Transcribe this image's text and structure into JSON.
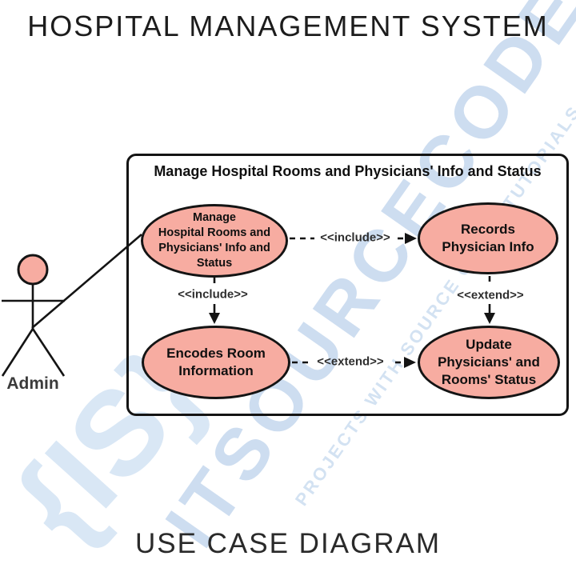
{
  "page": {
    "title": "HOSPITAL MANAGEMENT SYSTEM",
    "footer": "USE CASE DIAGRAM"
  },
  "colors": {
    "usecase_fill": "#F7ACA1",
    "line_stroke": "#141414",
    "watermark_blue": "#CDDDF0"
  },
  "watermark": {
    "main": "ITSOURCECODE",
    "secondary": "PROJECTS WITH SOURCE CODES TUTORIALS",
    "logo": "{IS}"
  },
  "actor": {
    "name": "Admin",
    "icon": "stick-figure"
  },
  "system": {
    "title": "Manage Hospital Rooms and Physicians' Info and Status"
  },
  "usecases": [
    {
      "id": "uc-manage",
      "label": "Manage\nHospital Rooms and\nPhysicians' Info and\nStatus"
    },
    {
      "id": "uc-records",
      "label": "Records\nPhysician Info"
    },
    {
      "id": "uc-encodes",
      "label": "Encodes Room\nInformation"
    },
    {
      "id": "uc-update",
      "label": "Update\nPhysicians' and\nRooms' Status"
    }
  ],
  "relationships": [
    {
      "from": "uc-manage",
      "to": "uc-records",
      "type": "include",
      "label": "<<include>>"
    },
    {
      "from": "uc-manage",
      "to": "uc-encodes",
      "type": "include",
      "label": "<<include>>"
    },
    {
      "from": "uc-records",
      "to": "uc-update",
      "type": "extend",
      "label": "<<extend>>"
    },
    {
      "from": "uc-encodes",
      "to": "uc-update",
      "type": "extend",
      "label": "<<extend>>"
    }
  ]
}
